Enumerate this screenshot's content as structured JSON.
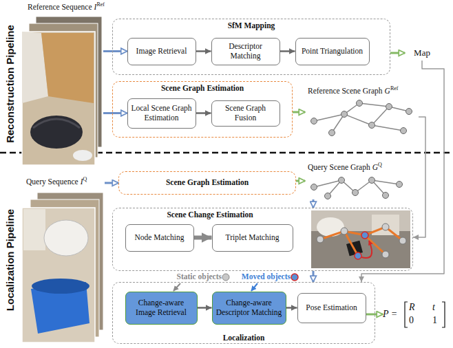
{
  "diagram": {
    "nodes": [
      {
        "text": [
          "Reference Sequence",
          "I",
          "Ref"
        ]
      },
      {
        "text": [
          "SfM Mapping"
        ]
      },
      {
        "text": [
          "Image Retrieval"
        ],
        "in": 1
      },
      {
        "text": [
          "Descriptor Matching"
        ],
        "in": 1
      },
      {
        "text": [
          "Point Triangulation"
        ],
        "in": 1
      },
      {
        "text": [
          "Map"
        ]
      },
      {
        "text": [
          "Scene Graph Estimation"
        ]
      },
      {
        "text": [
          "Local Scene Graph Estimation"
        ],
        "in": 6
      },
      {
        "text": [
          "Scene Graph Fusion"
        ],
        "in": 6
      },
      {
        "text": [
          "Reference Scene Graph",
          "G",
          "Ref"
        ]
      },
      {
        "text": [
          "Query Sequence",
          "I",
          "Q"
        ]
      },
      {
        "text": [
          "Scene Graph Estimation"
        ]
      },
      {
        "text": [
          "Query Scene Graph",
          "G",
          "Q"
        ]
      },
      {
        "text": [
          "Scene Change Estimation"
        ]
      },
      {
        "text": [
          "Node Matching"
        ],
        "in": 13
      },
      {
        "text": [
          "Triplet Matching"
        ],
        "in": 13
      },
      {
        "text": [
          "Localization"
        ]
      },
      {
        "text": [
          "Change-aware Image Retrieval"
        ],
        "in": 16
      },
      {
        "text": [
          "Change-aware Descriptor Matching"
        ],
        "in": 16
      },
      {
        "text": [
          "Pose Estimation"
        ],
        "in": 16
      },
      {
        "text": [
          "P =",
          "R",
          "t",
          "0",
          "1"
        ]
      }
    ],
    "edges": [
      {
        "from": 0,
        "to": 2,
        "arrow": "to"
      },
      {
        "from": 2,
        "to": 3,
        "arrow": "to"
      },
      {
        "from": 3,
        "to": 4,
        "arrow": "to"
      },
      {
        "from": 1,
        "to": 5,
        "arrow": "to"
      },
      {
        "from": 0,
        "to": 7,
        "arrow": "to"
      },
      {
        "from": 7,
        "to": 8,
        "arrow": "to"
      },
      {
        "from": 6,
        "to": 9,
        "arrow": "to"
      },
      {
        "from": 10,
        "to": 11,
        "arrow": "to"
      },
      {
        "from": 11,
        "to": 12,
        "arrow": "to"
      },
      {
        "from": 12,
        "to": 13,
        "arrow": "to"
      },
      {
        "from": 9,
        "to": 13,
        "arrow": "to"
      },
      {
        "from": 14,
        "to": 15,
        "arrow": "to"
      },
      {
        "from": 13,
        "to": 16,
        "arrow": "to"
      },
      {
        "from": 5,
        "to": 16,
        "arrow": "to"
      },
      {
        "from": 17,
        "to": 18,
        "arrow": "to"
      },
      {
        "from": 18,
        "to": 19,
        "arrow": "to"
      },
      {
        "from": 19,
        "to": 20,
        "arrow": "to"
      }
    ],
    "labels": [
      "Reconstruction Pipeline",
      "Localization Pipeline",
      "Static objects",
      "Moved objects"
    ]
  }
}
